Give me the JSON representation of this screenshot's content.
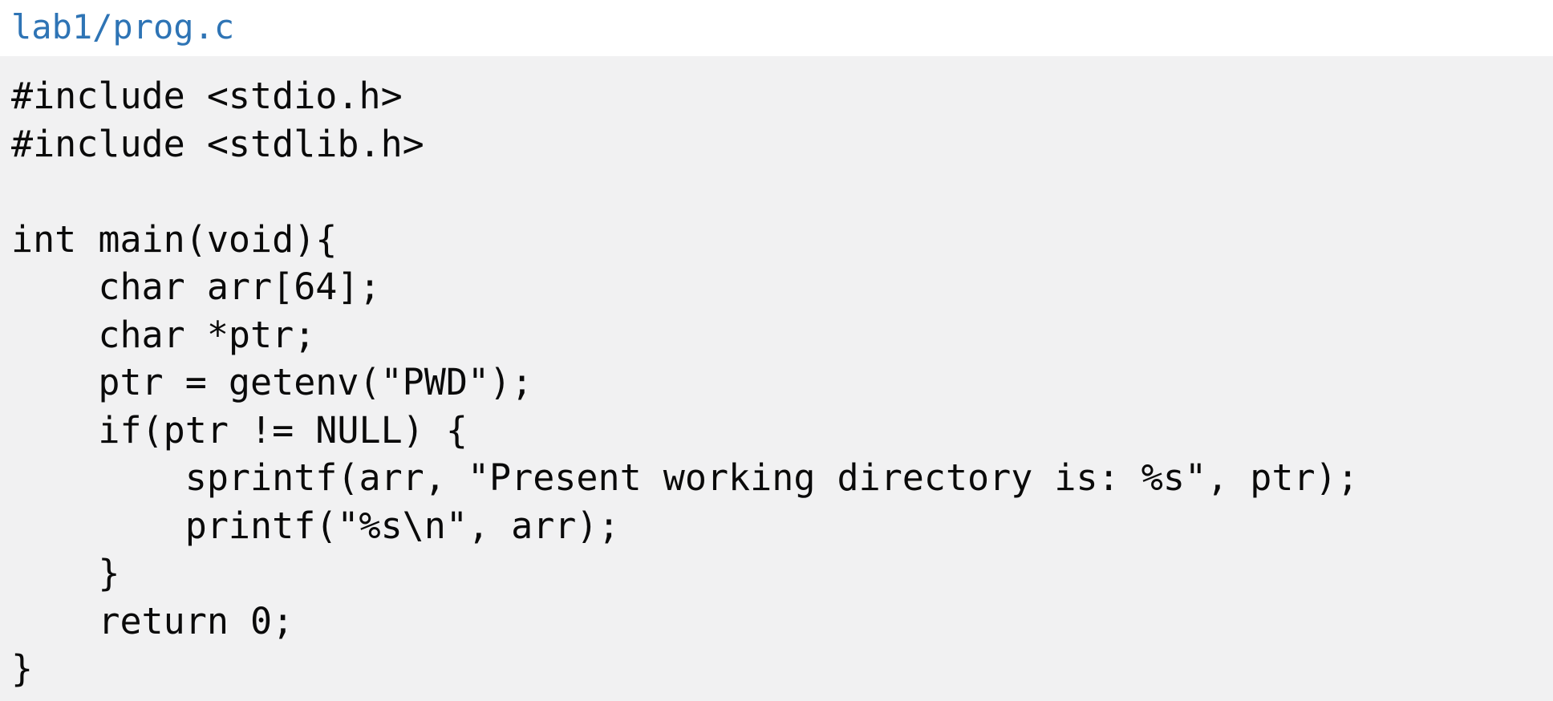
{
  "file": {
    "title": "lab1/prog.c"
  },
  "code": {
    "language": "c",
    "lines": [
      "#include <stdio.h>",
      "#include <stdlib.h>",
      "",
      "int main(void){",
      "    char arr[64];",
      "    char *ptr;",
      "    ptr = getenv(\"PWD\");",
      "    if(ptr != NULL) {",
      "        sprintf(arr, \"Present working directory is: %s\", ptr);",
      "        printf(\"%s\\n\", arr);",
      "    }",
      "    return 0;",
      "}"
    ]
  },
  "colors": {
    "title_blue": "#2E74B5",
    "code_background": "#f1f1f2",
    "code_text": "#0a0a0a"
  }
}
